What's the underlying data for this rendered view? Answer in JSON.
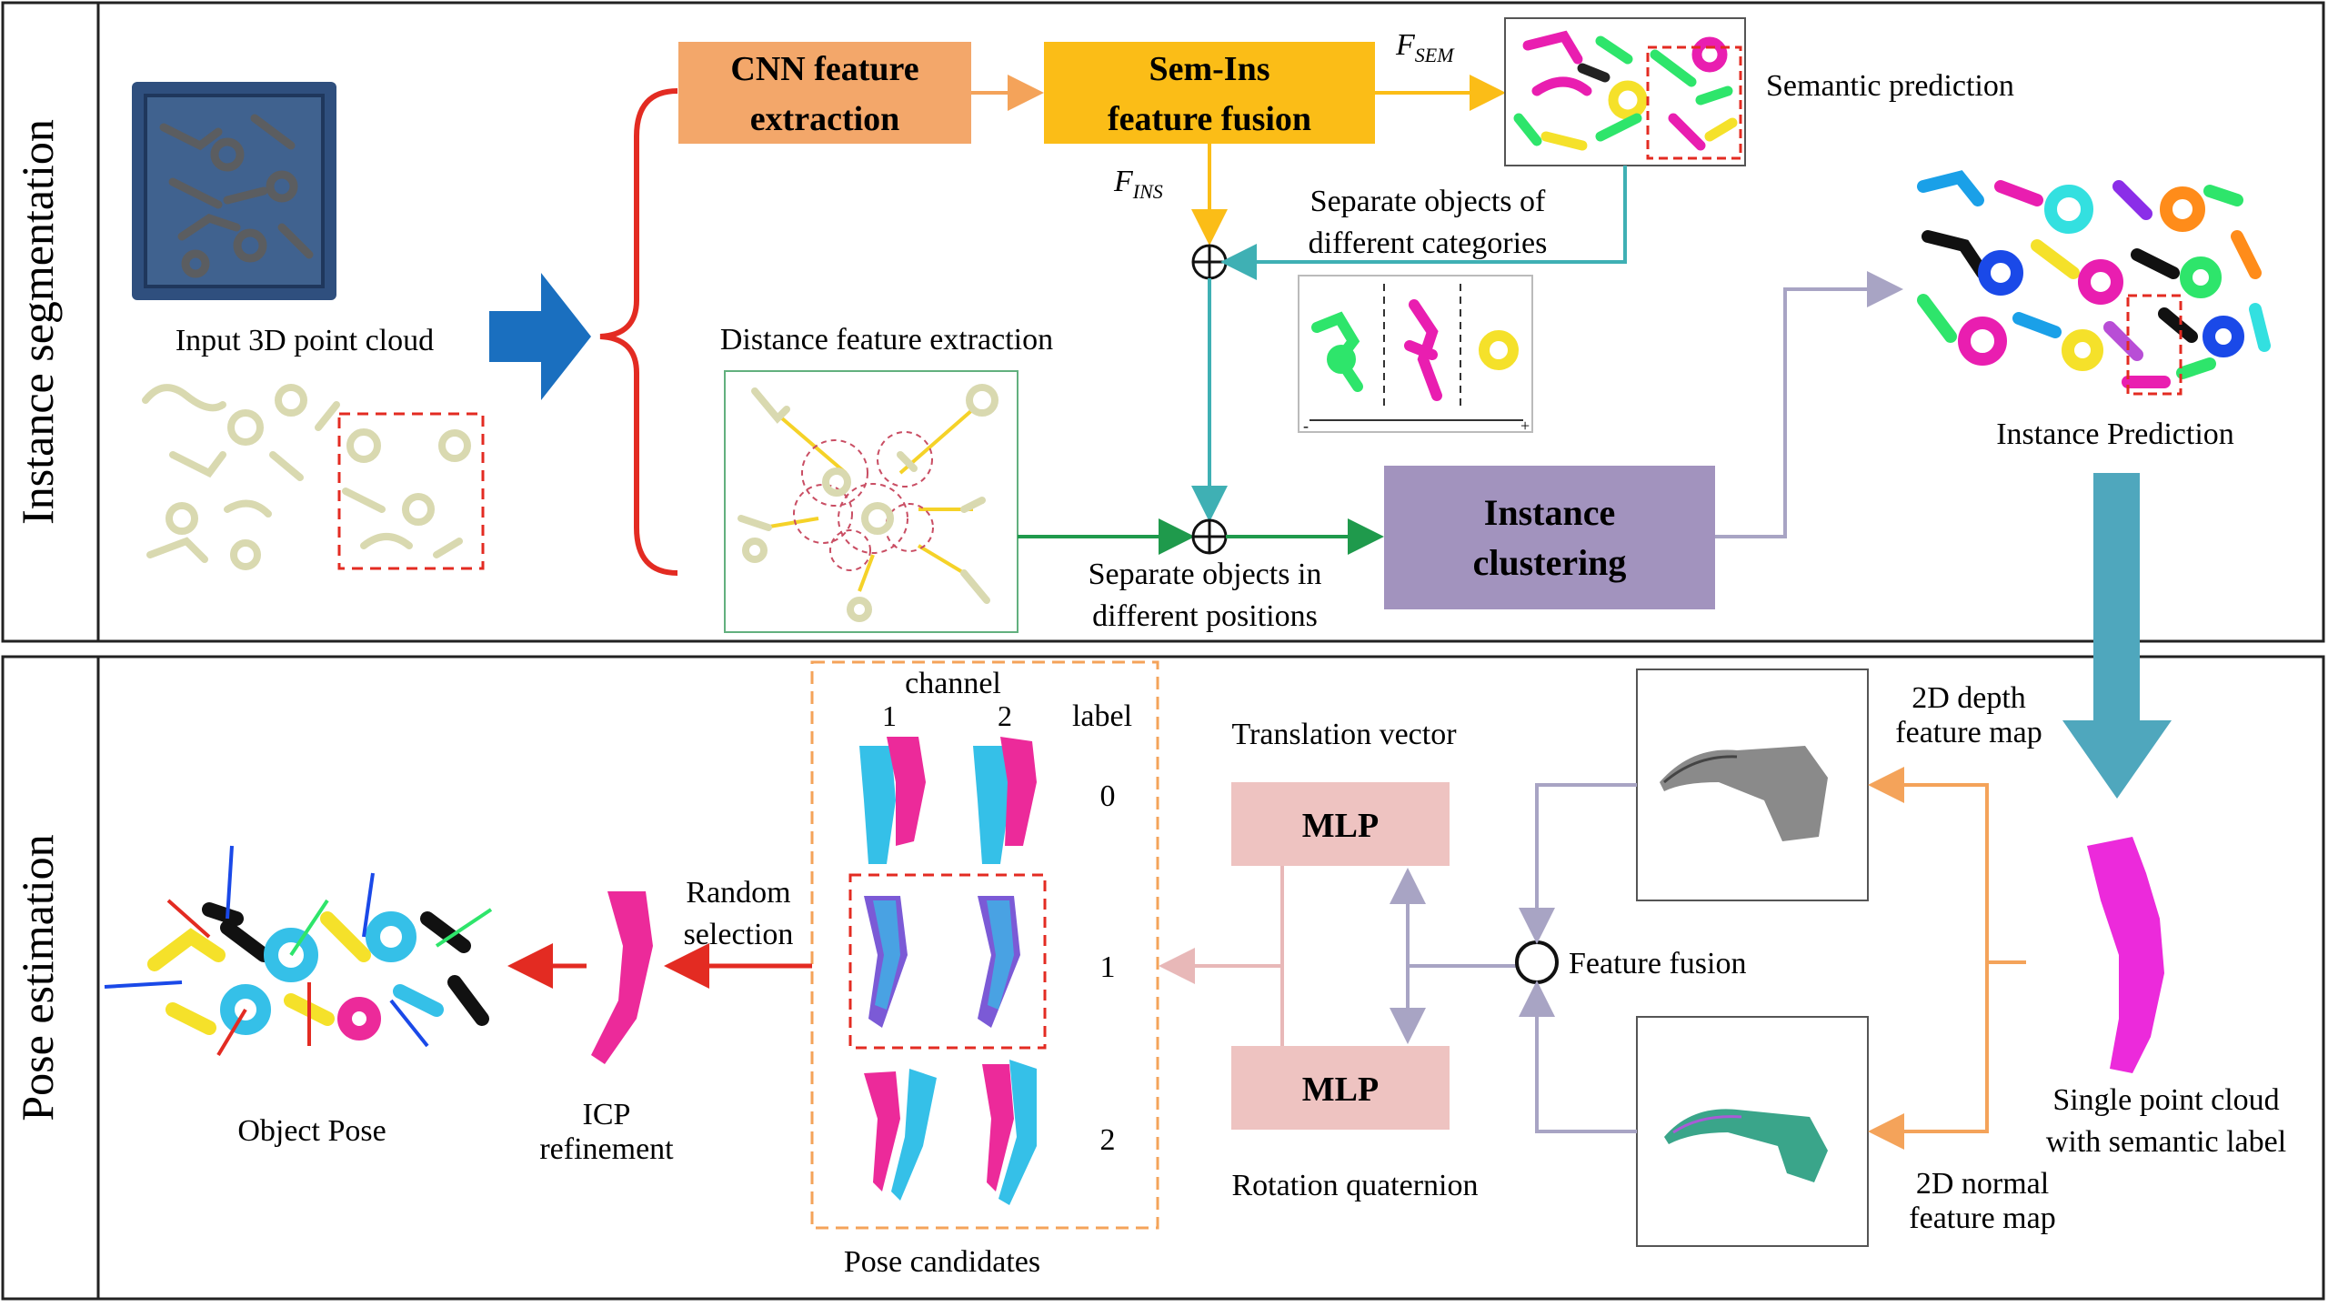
{
  "sections": {
    "top": "Instance segmentation",
    "bottom": "Pose estimation"
  },
  "top": {
    "input_label": "Input 3D point cloud",
    "cnn_line1": "CNN feature",
    "cnn_line2": "extraction",
    "semins_line1": "Sem-Ins",
    "semins_line2": "feature fusion",
    "fsem_main": "F",
    "fsem_sub": "SEM",
    "fins_main": "F",
    "fins_sub": "INS",
    "semantic_prediction": "Semantic prediction",
    "separate_cat_line1": "Separate objects of",
    "separate_cat_line2": "different categories",
    "distance_feature": "Distance feature extraction",
    "separate_pos_line1": "Separate objects in",
    "separate_pos_line2": "different positions",
    "cluster_line1": "Instance",
    "cluster_line2": "clustering",
    "instance_prediction": "Instance Prediction",
    "axis_minus": "-",
    "axis_plus": "+"
  },
  "bottom": {
    "channel": "channel",
    "ch1": "1",
    "ch2": "2",
    "label": "label",
    "label0": "0",
    "label1": "1",
    "label2": "2",
    "pose_candidates": "Pose candidates",
    "random_line1": "Random",
    "random_line2": "selection",
    "icp_line1": "ICP",
    "icp_line2": "refinement",
    "object_pose": "Object Pose",
    "translation": "Translation vector",
    "rotation": "Rotation quaternion",
    "mlp": "MLP",
    "feature_fusion": "Feature fusion",
    "depth_line1": "2D depth",
    "depth_line2": "feature map",
    "normal_line1": "2D normal",
    "normal_line2": "feature map",
    "single_line1": "Single point cloud",
    "single_line2": "with semantic label"
  },
  "colors": {
    "cnn": "#f3a76a",
    "semins": "#fbbd17",
    "cluster": "#a293be",
    "mlp": "#eec3c1",
    "red": "#e32b22",
    "blue": "#1a6fbf",
    "teal": "#4fa7bd",
    "green": "#1f9a4c",
    "orange": "#f4a35a",
    "gray_purple": "#a8a4c4"
  }
}
